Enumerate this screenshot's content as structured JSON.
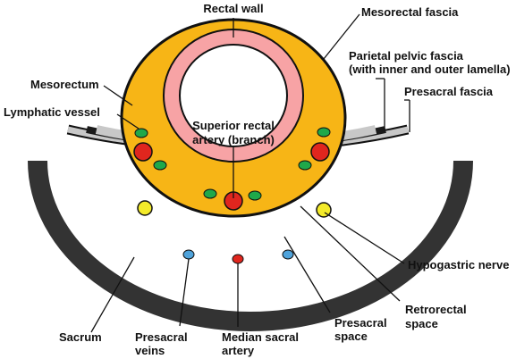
{
  "labels": {
    "rectal_wall": "Rectal wall",
    "mesorectal_fascia": "Mesorectal fascia",
    "parietal_pelvic_fascia_line1": "Parietal pelvic fascia",
    "parietal_pelvic_fascia_line2": "(with inner and outer lamella)",
    "mesorectum": "Mesorectum",
    "presacral_fascia": "Presacral fascia",
    "lymphatic_vessel": "Lymphatic vessel",
    "superior_rectal_artery_line1": "Superior rectal",
    "superior_rectal_artery_line2": "artery (branch)",
    "hypogastric_nerve": "Hypogastric nerve",
    "retrorectal_space_line1": "Retrorectal",
    "retrorectal_space_line2": "space",
    "sacrum": "Sacrum",
    "presacral_veins_line1": "Presacral",
    "presacral_veins_line2": "veins",
    "median_sacral_artery_line1": "Median sacral",
    "median_sacral_artery_line2": "artery",
    "presacral_space_line1": "Presacral",
    "presacral_space_line2": "space"
  },
  "colors": {
    "mesorectum": "#F7B516",
    "rectal_wall": "#F7A3A5",
    "lumen": "#FFFFFF",
    "fascia_dark": "#1A1A1A",
    "fascia_light": "#C8C8C8",
    "sacrum": "#333333",
    "lymphatic": "#1FA84A",
    "artery": "#E0261E",
    "nerve": "#F4EB2A",
    "vein": "#4FA3DB"
  }
}
